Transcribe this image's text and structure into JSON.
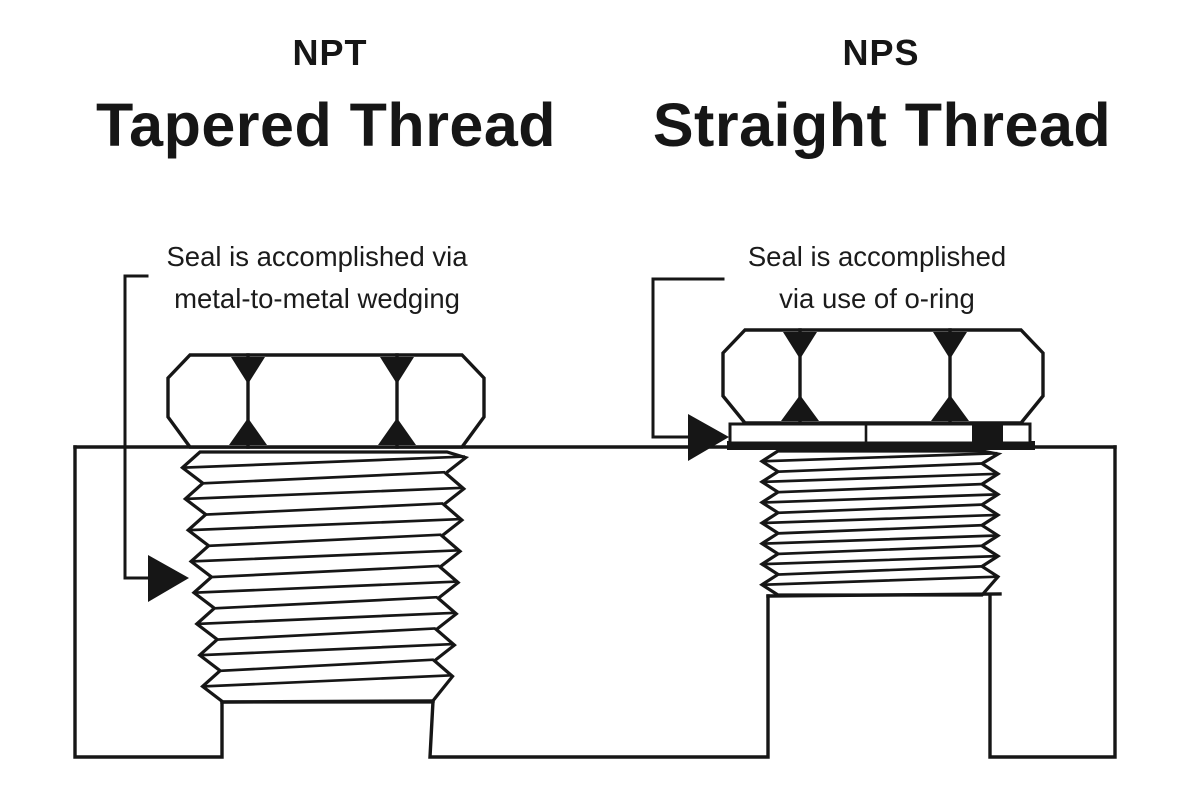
{
  "figure": {
    "background": "#ffffff",
    "line_color": "#161616"
  },
  "npt": {
    "acronym": "NPT",
    "title": "Tapered Thread",
    "annotation": {
      "line1": "Seal is accomplished via",
      "line2": "metal-to-metal wedging"
    }
  },
  "nps": {
    "acronym": "NPS",
    "title": "Straight Thread",
    "annotation": {
      "line1": "Seal is accomplished",
      "line2": "via use of o-ring"
    }
  }
}
